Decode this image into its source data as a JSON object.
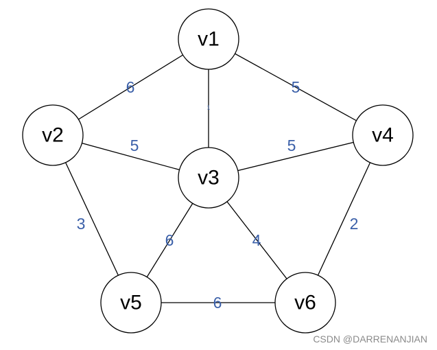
{
  "colors": {
    "edge": "#000000",
    "node_fill": "#ffffff",
    "node_stroke": "#000000",
    "weight_text": "#3a5fa8"
  },
  "nodes": [
    {
      "id": "v1",
      "label": "v1"
    },
    {
      "id": "v2",
      "label": "v2"
    },
    {
      "id": "v3",
      "label": "v3"
    },
    {
      "id": "v4",
      "label": "v4"
    },
    {
      "id": "v5",
      "label": "v5"
    },
    {
      "id": "v6",
      "label": "v6"
    }
  ],
  "edges": [
    {
      "from": "v1",
      "to": "v2",
      "weight": "6"
    },
    {
      "from": "v1",
      "to": "v3",
      "weight": "1"
    },
    {
      "from": "v1",
      "to": "v4",
      "weight": "5"
    },
    {
      "from": "v2",
      "to": "v3",
      "weight": "5"
    },
    {
      "from": "v3",
      "to": "v4",
      "weight": "5"
    },
    {
      "from": "v2",
      "to": "v5",
      "weight": "3"
    },
    {
      "from": "v3",
      "to": "v5",
      "weight": "6"
    },
    {
      "from": "v3",
      "to": "v6",
      "weight": "4"
    },
    {
      "from": "v4",
      "to": "v6",
      "weight": "2"
    },
    {
      "from": "v5",
      "to": "v6",
      "weight": "6"
    }
  ],
  "watermark": "CSDN @DARRENANJIAN"
}
